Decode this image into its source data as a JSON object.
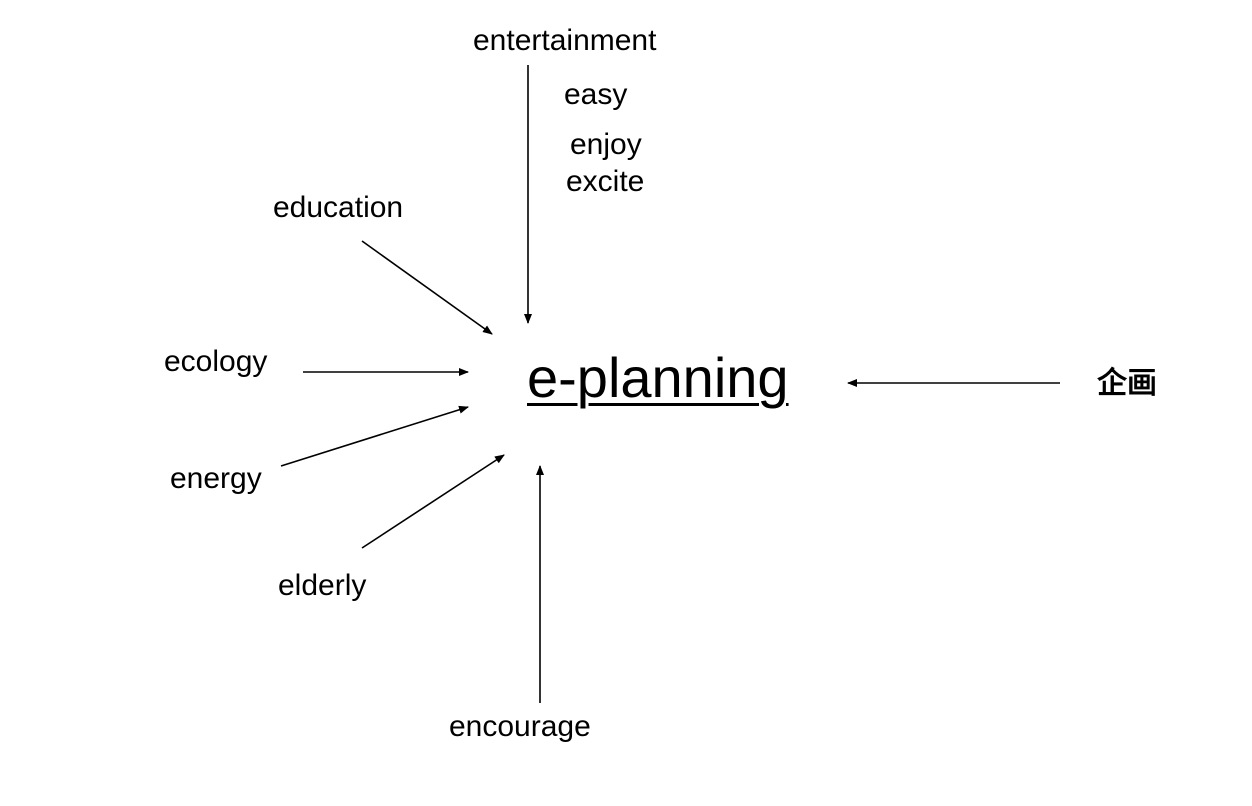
{
  "diagram": {
    "center": "e-planning",
    "words": {
      "entertainment": "entertainment",
      "easy": "easy",
      "enjoy": "enjoy",
      "excite": "excite",
      "education": "education",
      "ecology": "ecology",
      "energy": "energy",
      "elderly": "elderly",
      "encourage": "encourage",
      "kikaku": "企画"
    },
    "colors": {
      "background": "#ffffff",
      "text": "#000000",
      "arrow": "#000000"
    }
  }
}
